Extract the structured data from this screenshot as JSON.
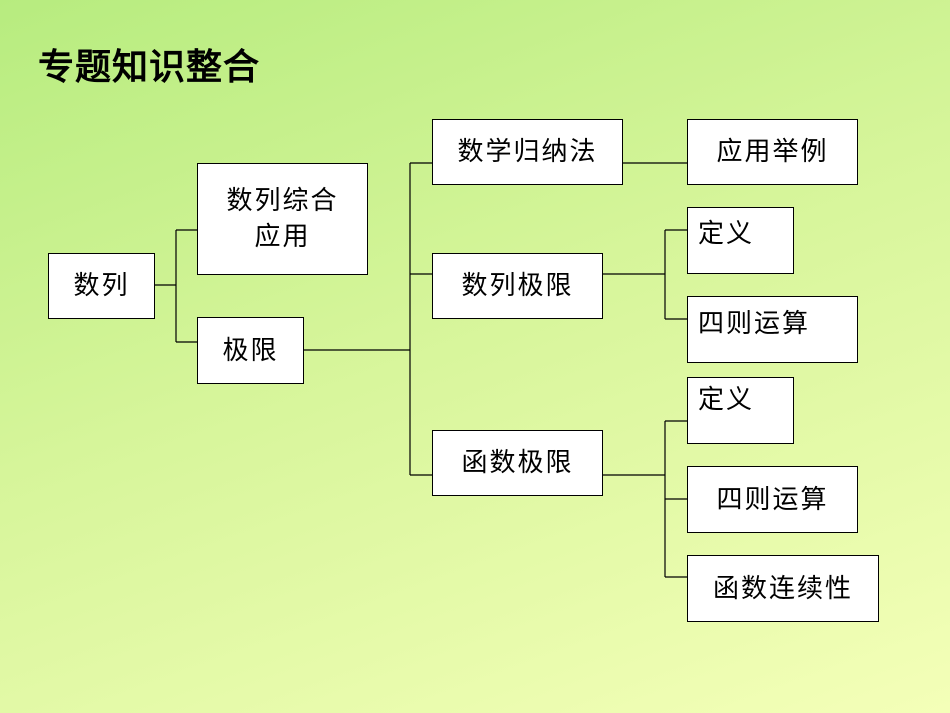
{
  "title": "专题知识整合",
  "nodes": {
    "root": "数列",
    "comprehensive_line1": "数列综合",
    "comprehensive_line2": "应用",
    "limit": "极限",
    "induction": "数学归纳法",
    "sequence_limit": "数列极限",
    "function_limit": "函数极限",
    "application_examples": "应用举例",
    "seq_definition": "定义",
    "seq_four_operations": "四则运算",
    "func_definition": "定义",
    "func_four_operations": "四则运算",
    "function_continuity": "函数连续性"
  }
}
